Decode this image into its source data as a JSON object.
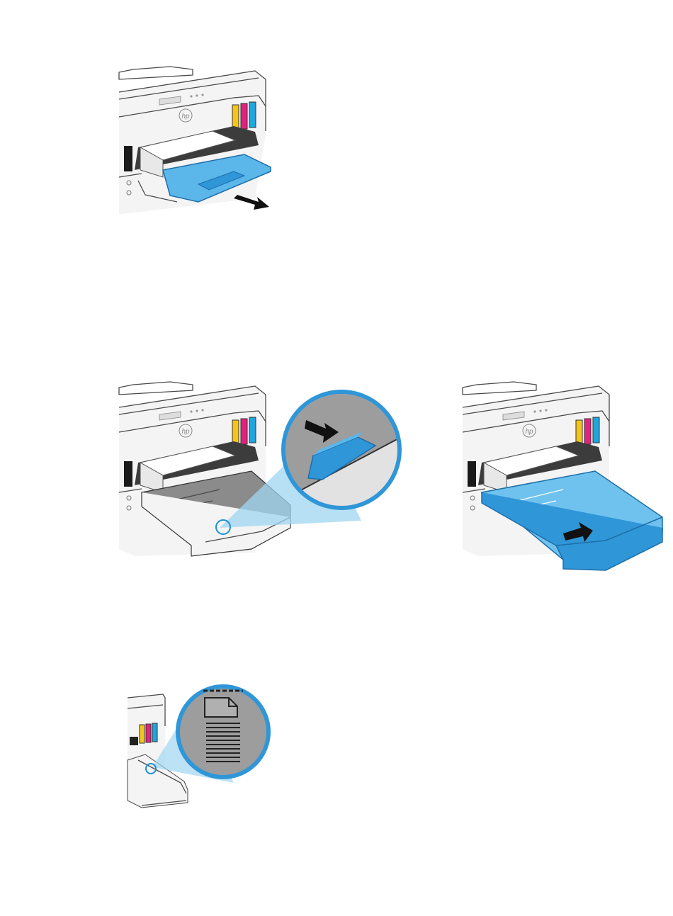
{
  "figures": [
    {
      "id": "fig1",
      "kind": "output-tray-extender-pull"
    },
    {
      "id": "fig2",
      "kind": "paper-tray-latch-zoom"
    },
    {
      "id": "fig3",
      "kind": "paper-tray-pull-out"
    },
    {
      "id": "fig4",
      "kind": "paper-orientation-icon-zoom"
    }
  ],
  "colors": {
    "highlight_blue": "#2f96d8",
    "light_blue": "#5bb6ea",
    "zoom_grey": "#9d9d9d",
    "ink_yellow": "#f4c518",
    "ink_magenta": "#e2227e",
    "ink_cyan": "#1fa6dd",
    "ink_black": "#1a1a1a",
    "arrow_black": "#111111"
  },
  "logo_text": "hp"
}
